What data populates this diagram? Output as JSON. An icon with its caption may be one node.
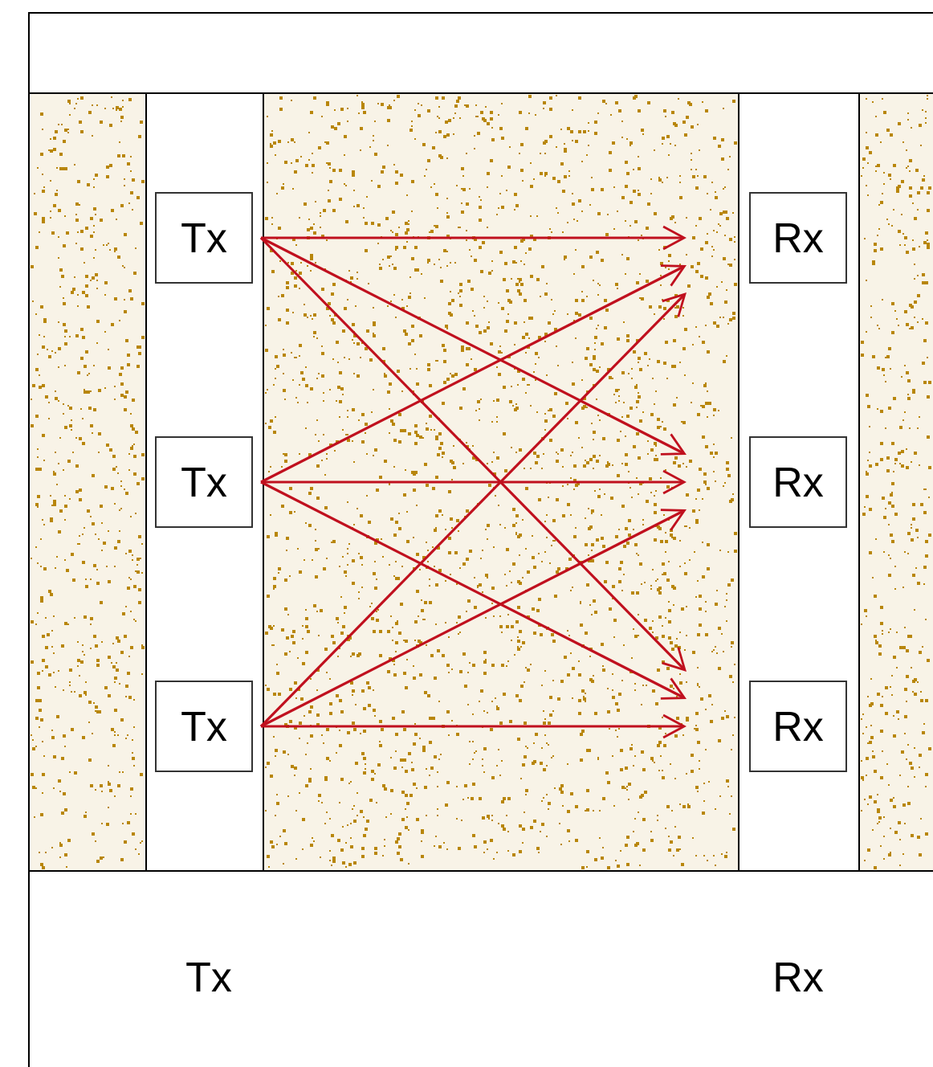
{
  "diagram": {
    "nodes": [
      {
        "text": [
          "Tx"
        ]
      },
      {
        "text": [
          "Tx"
        ]
      },
      {
        "text": [
          "Tx"
        ]
      },
      {
        "text": [
          "Rx"
        ]
      },
      {
        "text": [
          "Rx"
        ]
      },
      {
        "text": [
          "Rx"
        ]
      }
    ],
    "edges": [
      {
        "from": 0,
        "to": 3,
        "arrow": "to"
      },
      {
        "from": 0,
        "to": 4,
        "arrow": "to"
      },
      {
        "from": 0,
        "to": 5,
        "arrow": "to"
      },
      {
        "from": 1,
        "to": 3,
        "arrow": "to"
      },
      {
        "from": 1,
        "to": 4,
        "arrow": "to"
      },
      {
        "from": 1,
        "to": 5,
        "arrow": "to"
      },
      {
        "from": 2,
        "to": 3,
        "arrow": "to"
      },
      {
        "from": 2,
        "to": 4,
        "arrow": "to"
      },
      {
        "from": 2,
        "to": 5,
        "arrow": "to"
      }
    ],
    "labels": [
      "Tx",
      "Rx"
    ]
  }
}
